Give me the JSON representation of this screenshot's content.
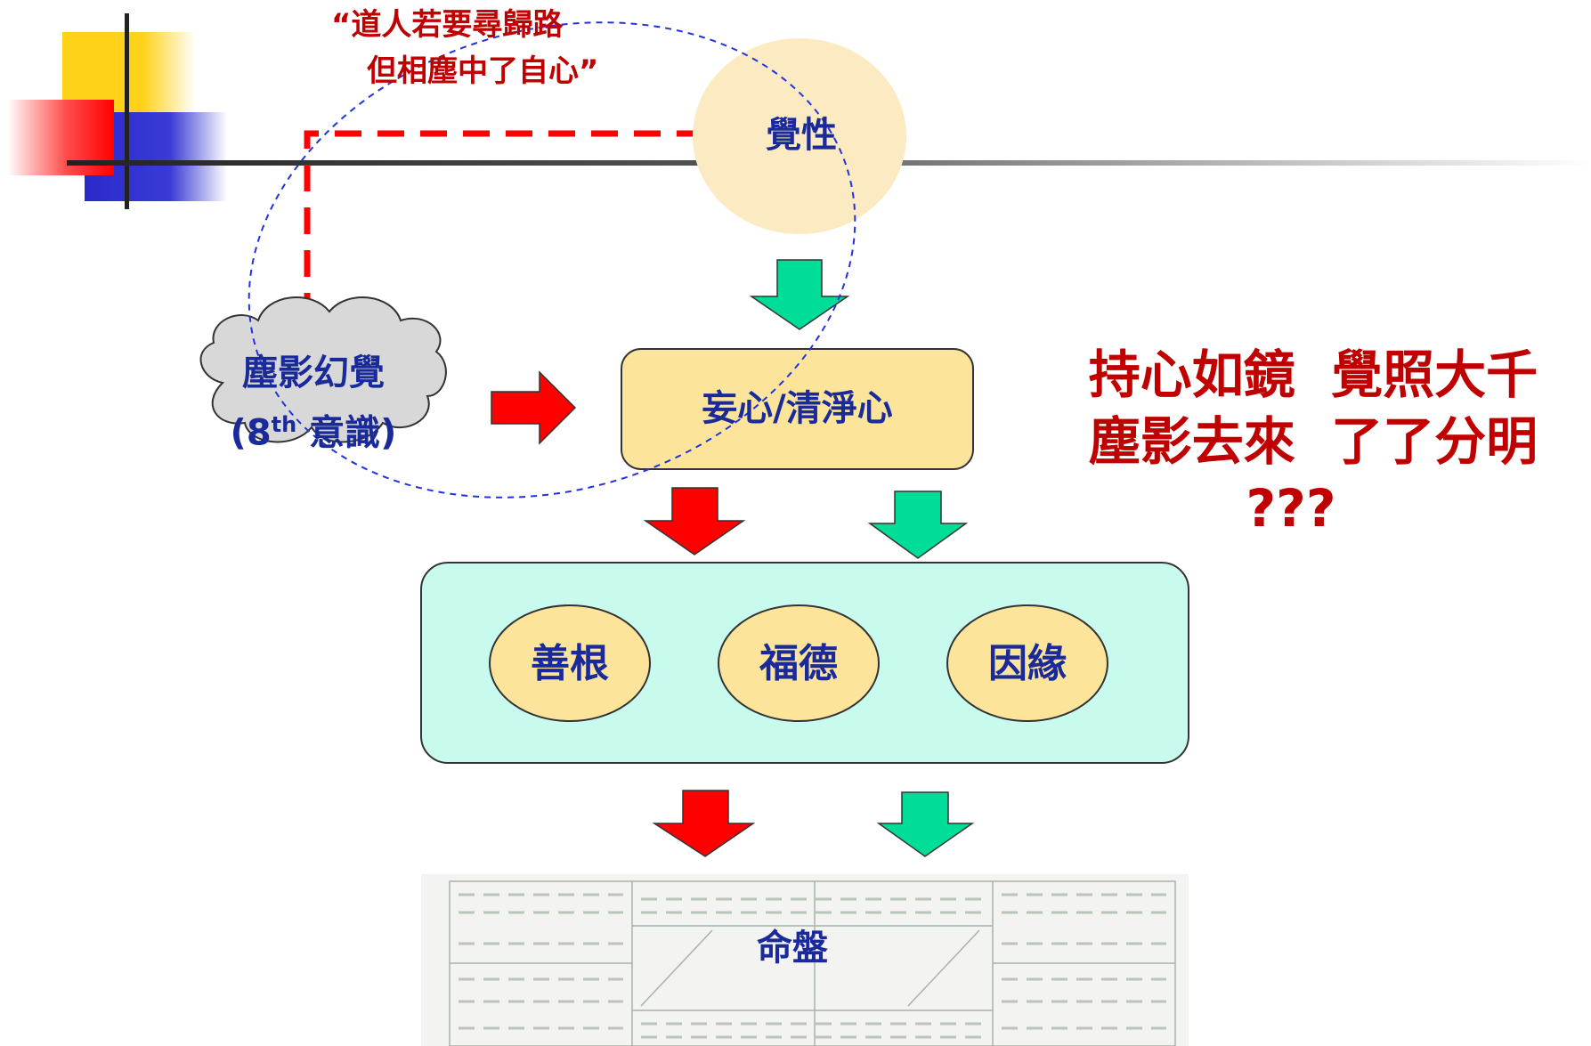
{
  "colors": {
    "label_text": "#1a2a9a",
    "accent_red": "#c00000",
    "arrow_red": "#ff0000",
    "arrow_green": "#00dd99",
    "circle_fill": "#fcebc2",
    "box_fill": "#fce59a",
    "panel_fill": "#c8fbee",
    "cloud_fill": "#d8d8d8"
  },
  "quote": {
    "line1": "“道人若要尋歸路",
    "line2": "但相塵中了自心”"
  },
  "awareness": {
    "label": "覺性"
  },
  "illusion_cloud": {
    "line1": "塵影幻覺",
    "line2_prefix": "(8",
    "line2_sup": "th",
    "line2_suffix": " 意識)"
  },
  "mind_box": {
    "label": "妄心/清淨心"
  },
  "factors": [
    {
      "label": "善根"
    },
    {
      "label": "福德"
    },
    {
      "label": "因緣"
    }
  ],
  "destiny_chart": {
    "label": "命盤"
  },
  "right_text": {
    "line1": "持心如鏡  覺照大千",
    "line2": "塵影去來  了了分明",
    "line3": "???"
  }
}
